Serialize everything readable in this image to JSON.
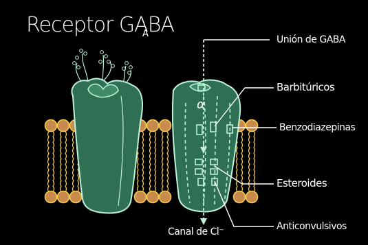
{
  "title": {
    "main": "Receptor GABA",
    "subscript": "A"
  },
  "labels": {
    "gaba_binding": "Unión de GABA",
    "barbiturates": "Barbitúricos",
    "benzodiazepines": "Benzodiazepinas",
    "steroids": "Esteroides",
    "anticonvulsants": "Anticonvulsivos",
    "chloride_channel": "Canal de Cl⁻",
    "alpha_subunit": "α"
  },
  "colors": {
    "background": "#000000",
    "protein": "#2f7055",
    "protein_outline": "#bff2d8",
    "lipid_head": "#c98a4e",
    "lipid_tail": "#f2c94c",
    "text": "#ffffff"
  }
}
